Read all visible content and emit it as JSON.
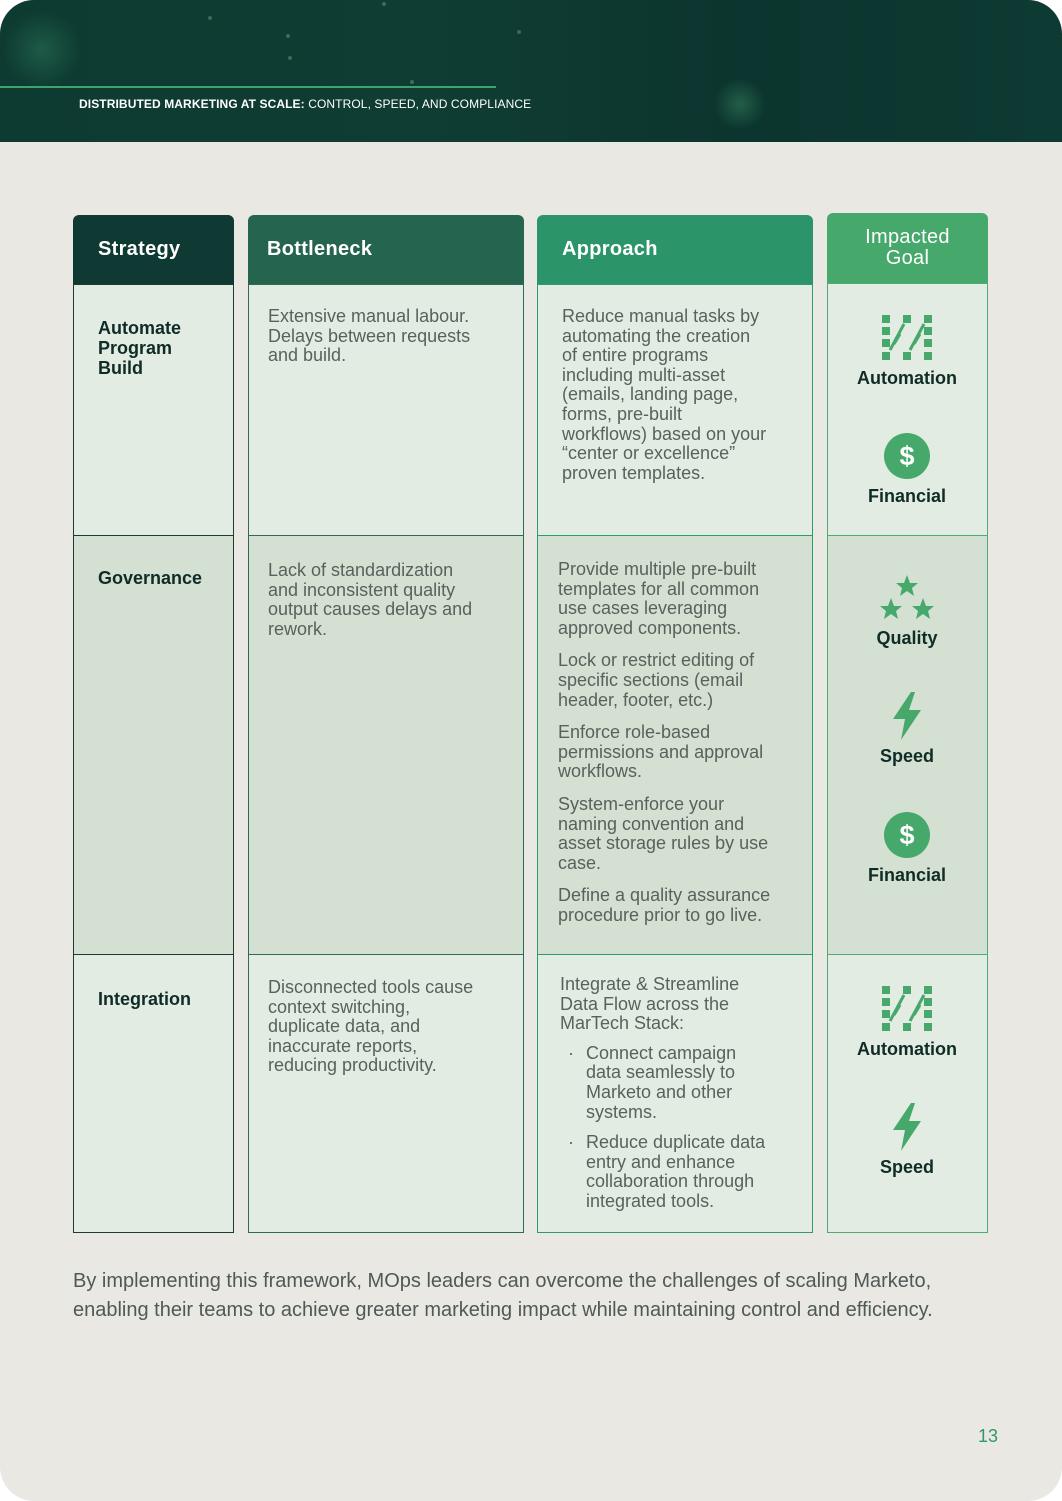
{
  "header": {
    "title_bold": "DISTRIBUTED MARKETING AT SCALE:",
    "title_rest": " CONTROL, SPEED, AND COMPLIANCE"
  },
  "columns": {
    "strategy": "Strategy",
    "bottleneck": "Bottleneck",
    "approach": "Approach",
    "goal_line1": "Impacted",
    "goal_line2": "Goal"
  },
  "rows": [
    {
      "strategy": [
        "Automate",
        "Program",
        "Build"
      ],
      "bottleneck": [
        "Extensive manual labour.",
        "Delays between requests",
        "and build."
      ],
      "approach": [
        "Reduce manual tasks by",
        "automating the creation",
        "of entire programs",
        "including multi-asset",
        "(emails, landing page,",
        "forms, pre-built",
        "workflows) based on your",
        "“center or excellence”",
        "proven templates."
      ],
      "goals": [
        "Automation",
        "Financial"
      ]
    },
    {
      "strategy": [
        "Governance"
      ],
      "bottleneck": [
        "Lack of standardization",
        "and inconsistent quality",
        "output causes delays and",
        "rework."
      ],
      "approach_paragraphs": [
        [
          "Provide multiple pre-built",
          "templates for all common",
          "use cases leveraging",
          "approved components."
        ],
        [
          "Lock or restrict editing of",
          "specific sections (email",
          "header, footer, etc.)"
        ],
        [
          "Enforce role-based",
          "permissions and approval",
          "workflows."
        ],
        [
          "System-enforce your",
          "naming convention and",
          "asset storage rules by use",
          "case."
        ],
        [
          "Define a quality assurance",
          "procedure prior to go live."
        ]
      ],
      "goals": [
        "Quality",
        "Speed",
        "Financial"
      ]
    },
    {
      "strategy": [
        "Integration"
      ],
      "bottleneck": [
        "Disconnected tools cause",
        "context switching,",
        "duplicate data, and",
        "inaccurate reports,",
        "reducing productivity."
      ],
      "approach_intro": [
        "Integrate & Streamline",
        "Data Flow across the",
        "MarTech Stack:"
      ],
      "approach_bullets": [
        [
          "Connect campaign",
          "data seamlessly to",
          "Marketo and other",
          "systems."
        ],
        [
          "Reduce duplicate data",
          "entry and enhance",
          "collaboration through",
          "integrated tools."
        ]
      ],
      "goals": [
        "Automation",
        "Speed"
      ]
    }
  ],
  "icons": {
    "automation": "automation-workflow-icon",
    "financial": "dollar-coin-icon",
    "quality": "three-stars-icon",
    "speed": "lightning-bolt-icon",
    "accent_color": "#46a86b"
  },
  "footer": {
    "text": "By implementing this framework, MOps leaders can overcome the challenges of scaling Marketo, enabling their teams to achieve greater marketing impact while maintaining control and efficiency."
  },
  "page_number": "13"
}
